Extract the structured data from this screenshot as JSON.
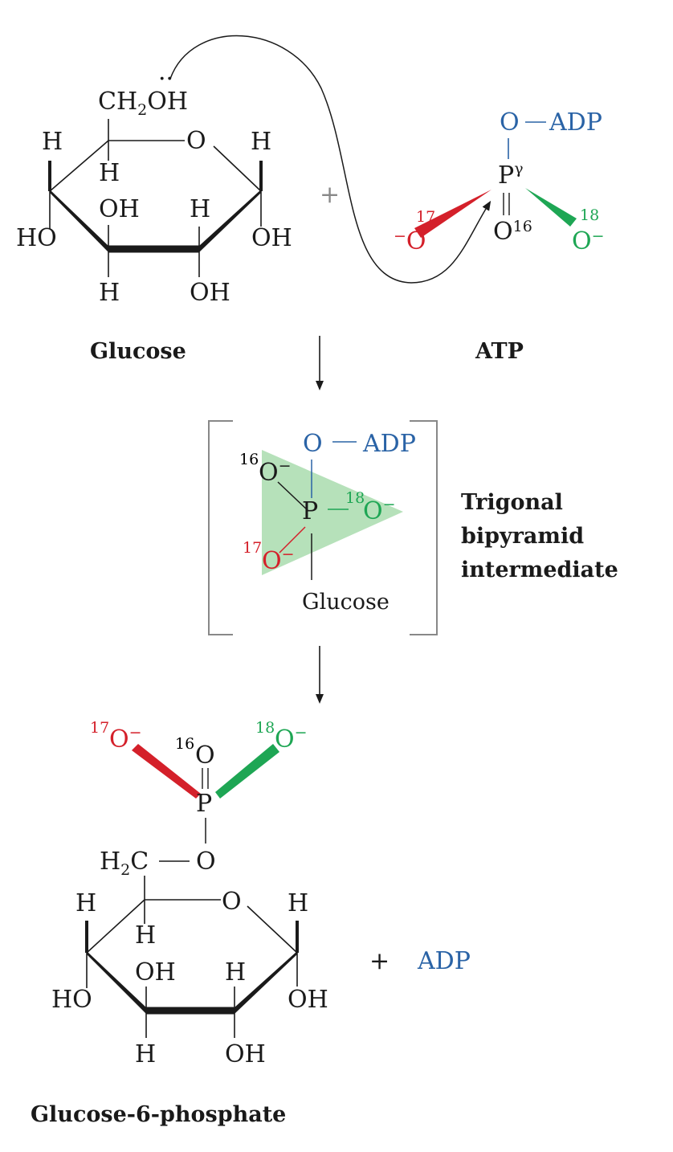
{
  "colors": {
    "adp_blue": "#2a63a6",
    "oxygen17_red": "#d4202a",
    "oxygen18_green": "#1ea654",
    "plane_green": "#a9dcae"
  },
  "atoms": {
    "H": "H",
    "OH": "OH",
    "HO": "HO",
    "O": "O",
    "P": "P",
    "CH2": "CH",
    "sub2": "2",
    "H2": "H",
    "C": "C",
    "gamma": "γ",
    "ADP": "ADP",
    "plus": "+",
    "minus": "−",
    "iso16": "16",
    "iso17": "17",
    "iso18": "18",
    "lone_pair": "··",
    "glucose_substituent": "Glucose"
  },
  "labels": {
    "glucose": "Glucose",
    "atp": "ATP",
    "intermediate": [
      "Trigonal",
      "bipyramid",
      "intermediate"
    ],
    "product": "Glucose-6-phosphate"
  }
}
